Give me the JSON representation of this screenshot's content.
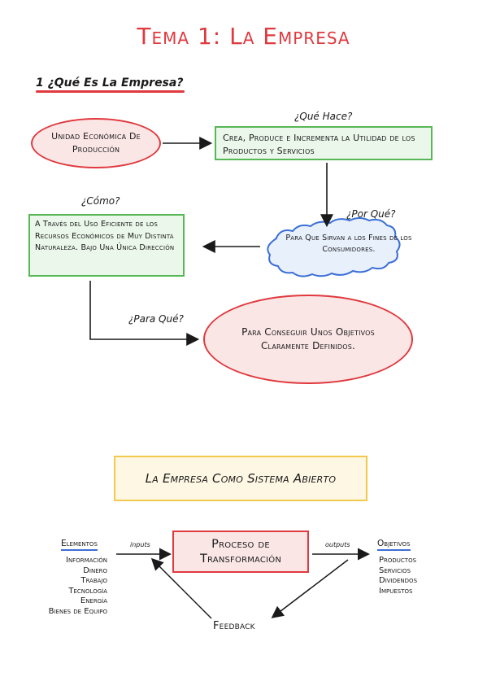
{
  "title": "Tema 1: La Empresa",
  "section1": "1 ¿Qué Es La Empresa?",
  "questions": {
    "que_hace": "¿Qué Hace?",
    "como": "¿Cómo?",
    "por_que": "¿Por Qué?",
    "para_que": "¿Para Qué?"
  },
  "nodes": {
    "unidad": "Unidad Económica De Producción",
    "crea": "Crea, Produce e Incrementa la Utilidad de los Productos y Servicios",
    "traves": "A Través del Uso Eficiente de los Recursos Económicos de Muy Distinta Naturaleza. Bajo Una Única Dirección",
    "sirvan": "Para Que Sirvan a los Fines de los Consumidores.",
    "objetivos": "Para Conseguir Unos Objetivos Claramente Definidos."
  },
  "section2": "La Empresa Como Sistema Abierto",
  "system": {
    "proceso": "Proceso de Transformación",
    "inputs_label": "inputs",
    "outputs_label": "outputs",
    "feedback": "Feedback",
    "elementos_title": "Elementos",
    "elementos": [
      "Información",
      "Dinero",
      "Trabajo",
      "Tecnología",
      "Energía",
      "Bienes de Equipo"
    ],
    "objetivos_title": "Objetivos",
    "objetivos": [
      "Productos",
      "Servicios",
      "Dividendos",
      "Impuestos"
    ]
  },
  "colors": {
    "red": "#e0393e",
    "green": "#57b757",
    "blue": "#3b6fd6",
    "yellow": "#f2c94c"
  }
}
